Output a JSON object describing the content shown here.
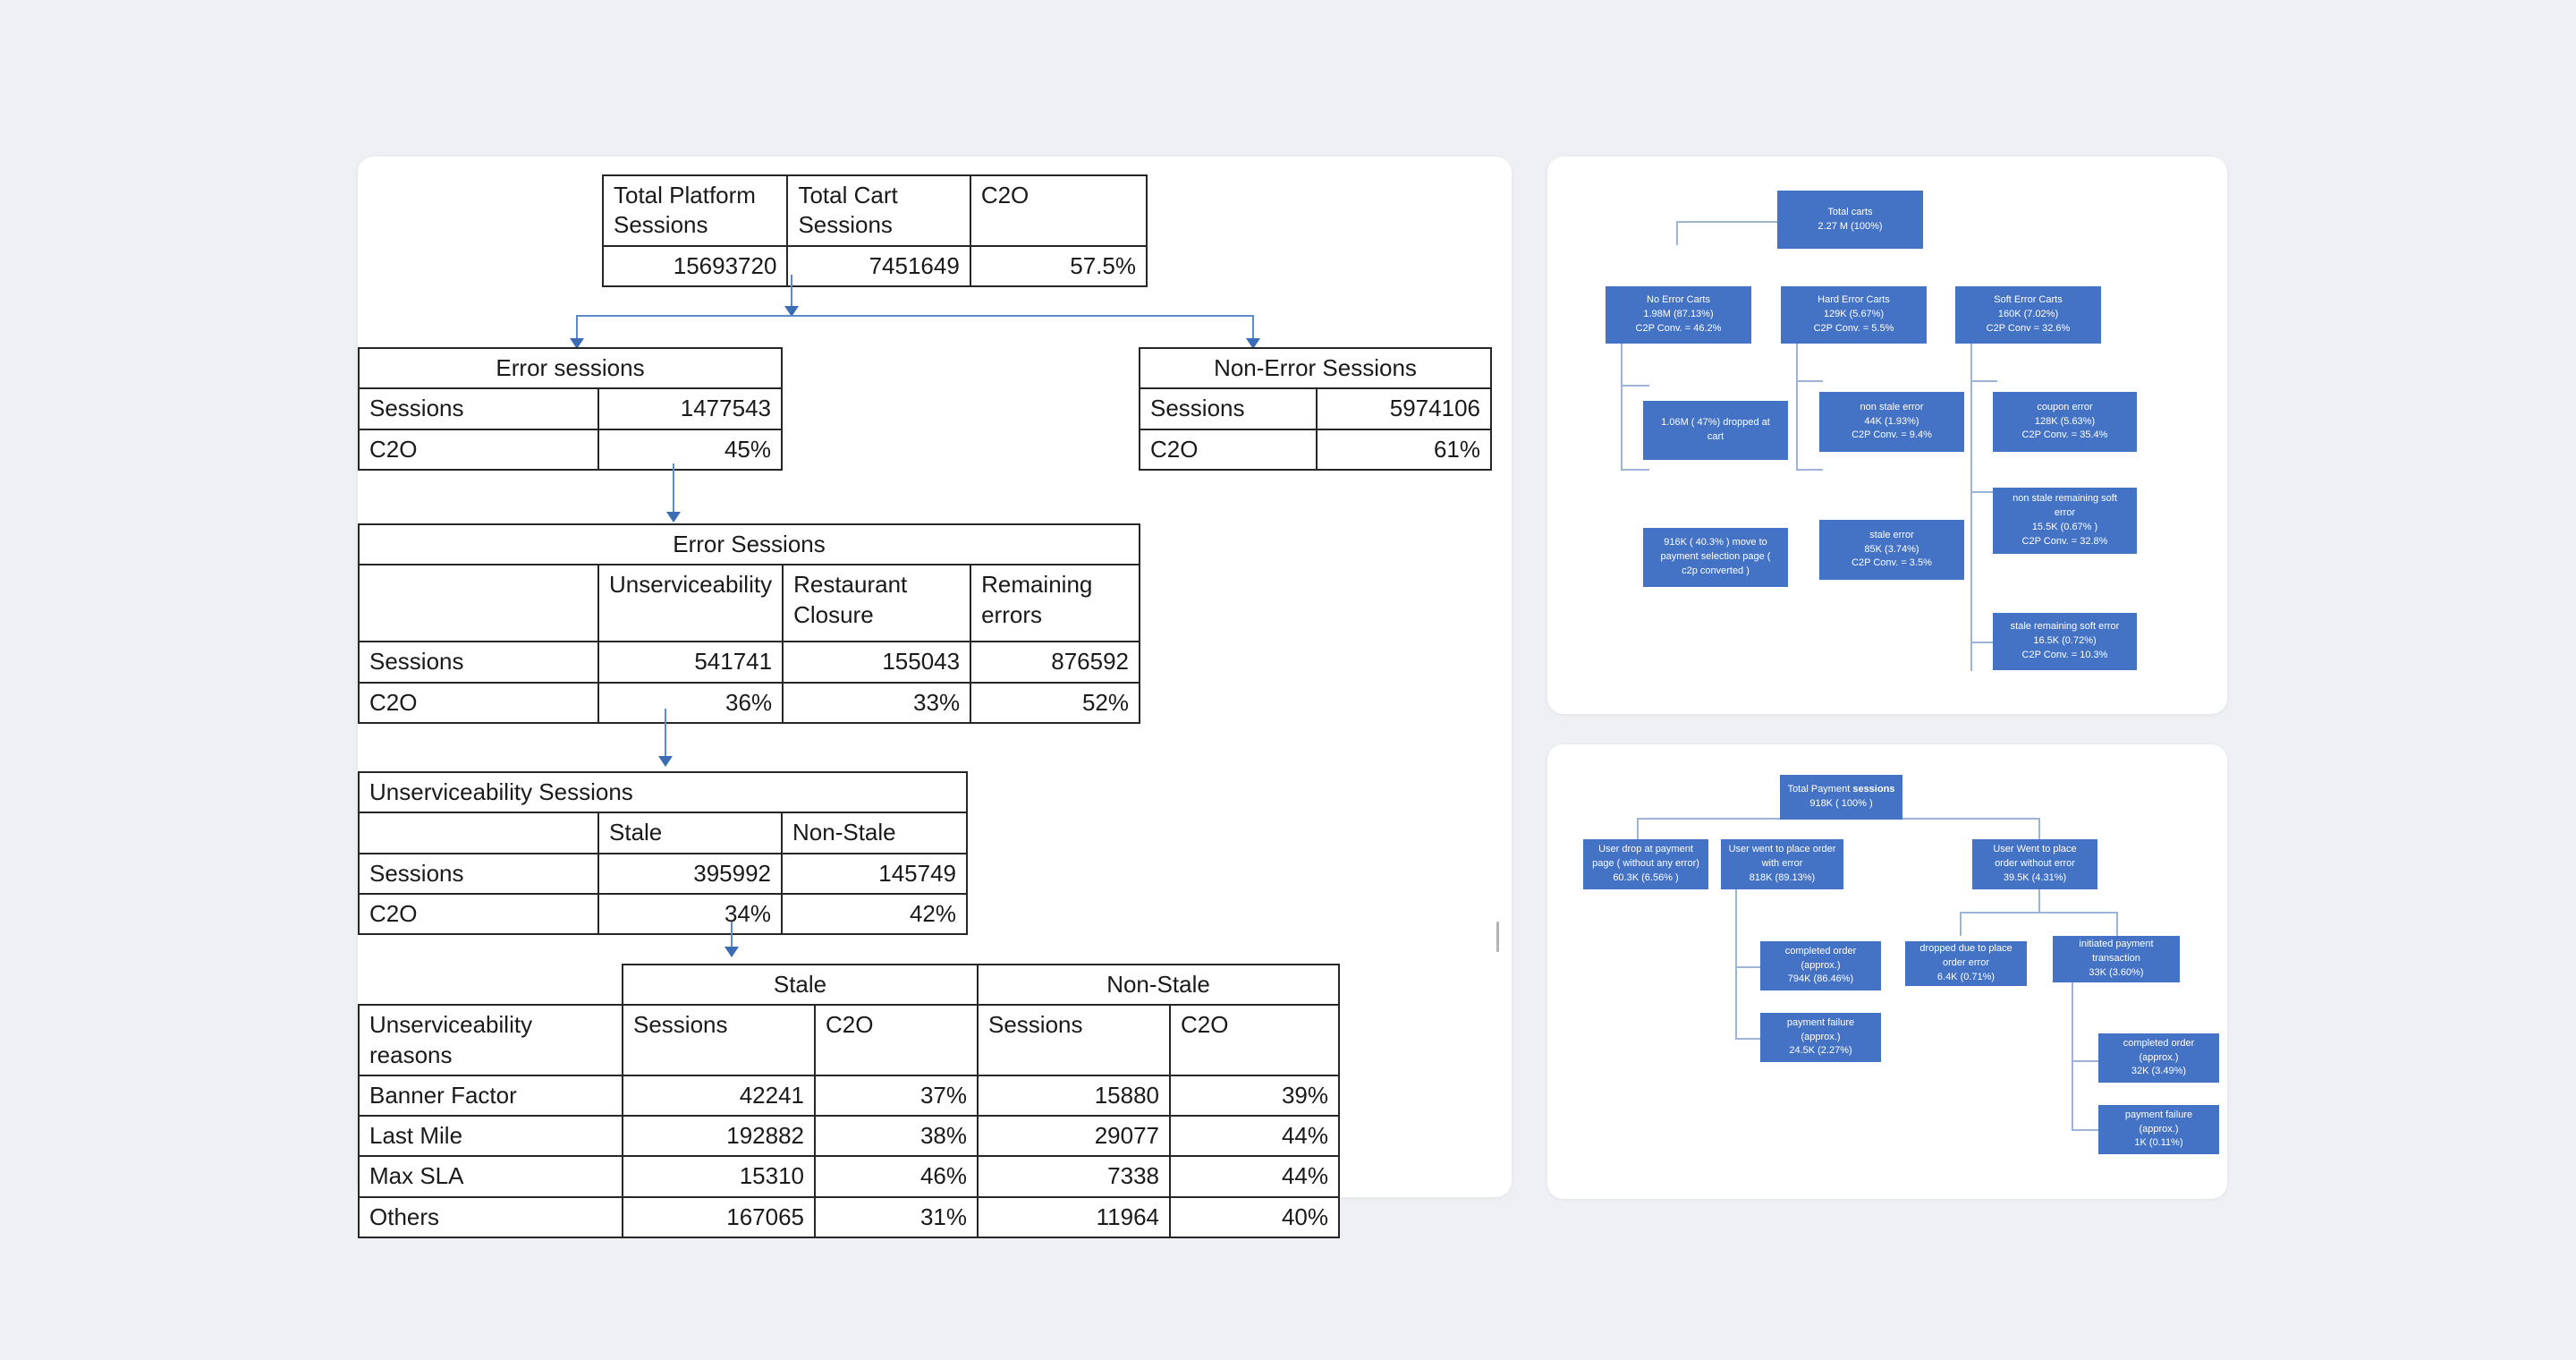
{
  "left_panel": {
    "table_top": {
      "headers": [
        "Total Platform Sessions",
        "Total Cart Sessions",
        "C2O"
      ],
      "values": [
        "15693720",
        "7451649",
        "57.5%"
      ]
    },
    "table_error_sessions": {
      "title": "Error sessions",
      "rows": [
        {
          "label": "Sessions",
          "value": "1477543"
        },
        {
          "label": "C2O",
          "value": "45%"
        }
      ]
    },
    "table_non_error_sessions": {
      "title": "Non-Error Sessions",
      "rows": [
        {
          "label": "Sessions",
          "value": "5974106"
        },
        {
          "label": "C2O",
          "value": "61%"
        }
      ]
    },
    "table_error_breakdown": {
      "title": "Error Sessions",
      "columns": [
        "",
        "Unserviceability",
        "Restaurant Closure",
        "Remaining errors"
      ],
      "rows": [
        {
          "label": "Sessions",
          "values": [
            "541741",
            "155043",
            "876592"
          ]
        },
        {
          "label": "C2O",
          "values": [
            "36%",
            "33%",
            "52%"
          ]
        }
      ]
    },
    "table_unserviceability": {
      "title": "Unserviceability Sessions",
      "columns": [
        "",
        "Stale",
        "Non-Stale"
      ],
      "rows": [
        {
          "label": "Sessions",
          "values": [
            "395992",
            "145749"
          ]
        },
        {
          "label": "C2O",
          "values": [
            "34%",
            "42%"
          ]
        }
      ]
    },
    "table_reasons": {
      "group_headers": [
        "Stale",
        "Non-Stale"
      ],
      "columns": [
        "Unserviceability reasons",
        "Sessions",
        "C2O",
        "Sessions",
        "C2O"
      ],
      "rows": [
        {
          "reason": "Banner Factor",
          "stale_sessions": "42241",
          "stale_c2o": "37%",
          "nonstale_sessions": "15880",
          "nonstale_c2o": "39%"
        },
        {
          "reason": "Last Mile",
          "stale_sessions": "192882",
          "stale_c2o": "38%",
          "nonstale_sessions": "29077",
          "nonstale_c2o": "44%"
        },
        {
          "reason": "Max SLA",
          "stale_sessions": "15310",
          "stale_c2o": "46%",
          "nonstale_sessions": "7338",
          "nonstale_c2o": "44%"
        },
        {
          "reason": "Others",
          "stale_sessions": "167065",
          "stale_c2o": "31%",
          "nonstale_sessions": "11964",
          "nonstale_c2o": "40%"
        }
      ]
    }
  },
  "carts_tree": {
    "root": {
      "l1": "Total carts",
      "l2": "2.27 M (100%)",
      "l3": ""
    },
    "no_error": {
      "l1": "No Error Carts",
      "l2": "1.98M (87.13%)",
      "l3": "C2P Conv. = 46.2%"
    },
    "hard_error": {
      "l1": "Hard Error Carts",
      "l2": "129K (5.67%)",
      "l3": "C2P Conv. = 5.5%"
    },
    "soft_error": {
      "l1": "Soft Error Carts",
      "l2": "160K (7.02%)",
      "l3": "C2P Conv = 32.6%"
    },
    "dropped_cart": {
      "l1": "1.06M ( 47%) dropped at",
      "l2": "cart",
      "l3": ""
    },
    "moved_payment": {
      "l1": "916K ( 40.3% ) move to",
      "l2": "payment selection page    (",
      "l3": "c2p converted  )"
    },
    "non_stale_error": {
      "l1": "non stale error",
      "l2": "44K (1.93%)",
      "l3": "C2P Conv. =  9.4%"
    },
    "stale_error": {
      "l1": "stale error",
      "l2": "85K (3.74%)",
      "l3": "C2P Conv. = 3.5%"
    },
    "coupon_error": {
      "l1": "coupon error",
      "l2": "128K (5.63%)",
      "l3": "C2P Conv. = 35.4%"
    },
    "non_stale_soft": {
      "l1": "non stale remaining soft",
      "l2": "error",
      "l3": "15.5K (0.67% )",
      "l4": "C2P Conv. =  32.8%"
    },
    "stale_soft": {
      "l1": "stale remaining soft error",
      "l2": "16.5K (0.72%)",
      "l3": "C2P Conv. =  10.3%"
    }
  },
  "payment_tree": {
    "root": {
      "l1a": "Total Payment ",
      "l1b": "sessions",
      "l2": "918K ( 100% )"
    },
    "drop_payment": {
      "l1": "User drop at payment",
      "l2": "page ( without any error)",
      "l3": "60.3K (6.56% )"
    },
    "order_with_err": {
      "l1": "User went to place order",
      "l2": "with error",
      "l3": "818K (89.13%)"
    },
    "order_no_err": {
      "l1": "User Went to place",
      "l2": "order without error",
      "l3": "39.5K (4.31%)"
    },
    "completed_a": {
      "l1": "completed order",
      "l2": "(approx.)",
      "l3": "794K (86.46%)"
    },
    "failure_a": {
      "l1": "payment failure",
      "l2": "(approx.)",
      "l3": "24.5K (2.27%)"
    },
    "dropped_err": {
      "l1": "dropped due to  place",
      "l2": "order error",
      "l3": "6.4K (0.71%)"
    },
    "initiated": {
      "l1": "initiated payment",
      "l2": "transaction",
      "l3": "33K  (3.60%)"
    },
    "completed_b": {
      "l1": "completed order",
      "l2": "(approx.)",
      "l3": "32K (3.49%)"
    },
    "failure_b": {
      "l1": "payment failure",
      "l2": "(approx.)",
      "l3": "1K (0.11%)"
    }
  },
  "colors": {
    "page_bg": "#eef0f4",
    "card_bg": "#ffffff",
    "node_fill": "#4472c4",
    "connector": "#5b8bc9",
    "tree_connector": "#9db4d6",
    "table_border": "#262626"
  }
}
